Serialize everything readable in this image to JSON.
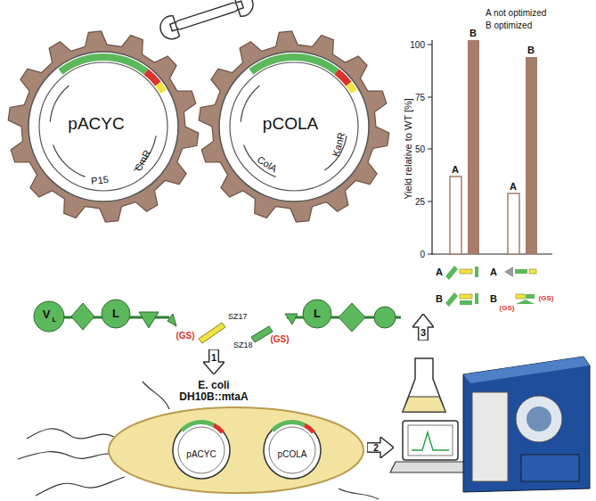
{
  "diagram": {
    "nodes": [
      {
        "text": [
          "pACYC",
          "P15",
          "CmR"
        ]
      },
      {
        "text": [
          "pCOLA",
          "ColA",
          "KanR"
        ]
      },
      {
        "text": [
          "1"
        ]
      },
      {
        "text": [
          "E. coli DH10B::mtaA"
        ]
      },
      {
        "text": [
          "pACYC"
        ],
        "in": 3
      },
      {
        "text": [
          "pCOLA"
        ],
        "in": 3
      },
      {
        "text": [
          "2"
        ]
      },
      {
        "text": [
          "3"
        ]
      }
    ],
    "labels": [
      "V",
      "L",
      "L",
      "(GS)",
      "SZ17",
      "SZ18",
      "(GS)",
      "L",
      "Yield relative to WT [%]",
      "100",
      "75",
      "50",
      "25",
      "0",
      "A not optimized",
      "B optimized",
      "A",
      "B",
      "A",
      "B",
      "A",
      "B",
      "A",
      "B",
      "(GS)",
      "(GS)"
    ]
  }
}
